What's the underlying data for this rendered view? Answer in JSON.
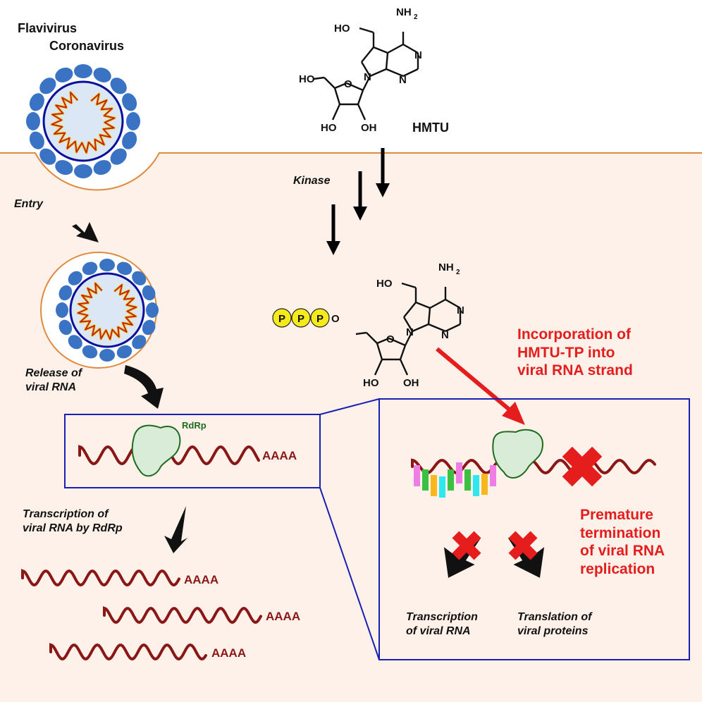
{
  "colors": {
    "cell_background": "#fdf1ea",
    "membrane": "#e08a3c",
    "virus_spike": "#3b73c4",
    "virus_envelope": "#0a0f9a",
    "virus_interior": "#dbe7f5",
    "rna": "#8b1616",
    "rdrp_fill": "#d9ecd7",
    "rdrp_outline": "#1f6b1f",
    "phosphate": "#f5ea1a",
    "highlight_red": "#e51d1d",
    "box_border": "#1a1fb4",
    "nucleotides": [
      "#ee7ee3",
      "#3cc043",
      "#f8b71c",
      "#2ee8f0"
    ]
  },
  "labels": {
    "virus_title_1": "Flavivirus",
    "virus_title_2": "Coronavirus",
    "entry": "Entry",
    "release": "Release of\nviral RNA",
    "transcription_by_rdrp": "Transcription of\nviral RNA by RdRp",
    "kinase": "Kinase",
    "compound": "HMTU",
    "incorporation": "Incorporation of\nHMTU-TP into\nviral RNA strand",
    "premature": "Premature\ntermination\nof viral RNA\nreplication",
    "blocked_transcription": "Transcription\nof viral RNA",
    "blocked_translation": "Translation of\nviral proteins",
    "rdrp": "RdRp",
    "polya": "AAAA",
    "phosphate": "P"
  },
  "chemistry": {
    "hydroxymethyl": "HO",
    "amine": "NH",
    "amine_sub": "2",
    "ring_n": "N",
    "ring_o": "O",
    "hydroxyl_left": "HO",
    "hydroxyl_right": "OH",
    "ether_o": "O"
  }
}
